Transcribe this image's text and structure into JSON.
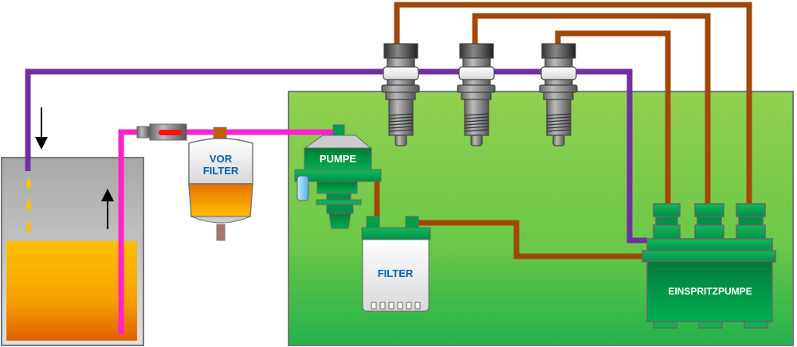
{
  "labels": {
    "vorfilter_line1": "VOR",
    "vorfilter_line2": "FILTER",
    "pumpe": "PUMPE",
    "filter": "FILTER",
    "einspritzpumpe": "EINSPRITZPUMPE"
  },
  "colors": {
    "return_line": "#7030a0",
    "supply_line": "#ff22cc",
    "injection_line": "#a0480a",
    "fuel": "#ffc000",
    "engine_area": "#92d050",
    "component_green": "#00a04a",
    "label_blue": "#0060b0"
  },
  "injector_count": 3
}
